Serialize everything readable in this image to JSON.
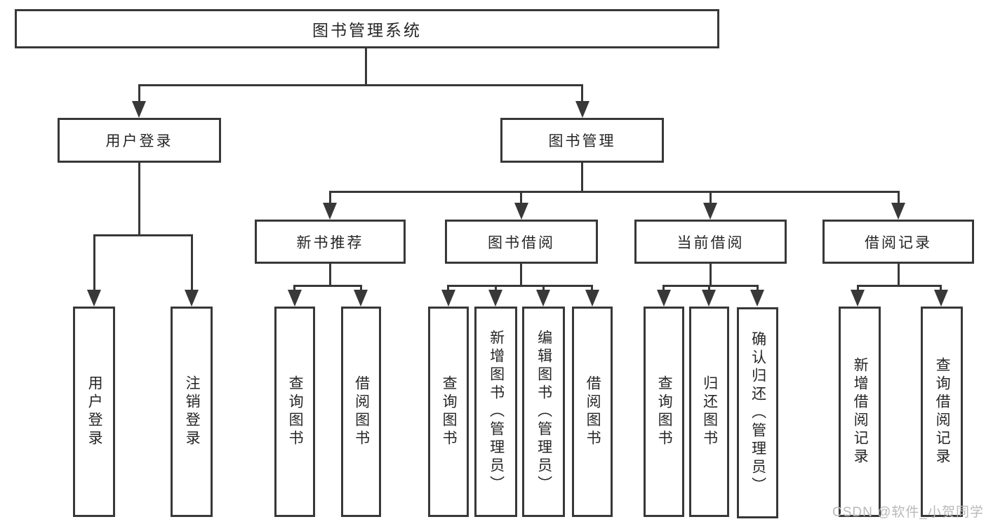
{
  "colors": {
    "line": "#383838",
    "text": "#262626",
    "watermark": "#b9b9b9",
    "background": "#ffffff"
  },
  "watermark": "CSDN @软件_小贺同学",
  "tree": {
    "label": "图书管理系统",
    "children": [
      {
        "label": "用户登录",
        "children": [
          {
            "label": "用户登录"
          },
          {
            "label": "注销登录"
          }
        ]
      },
      {
        "label": "图书管理",
        "children": [
          {
            "label": "新书推荐",
            "children": [
              {
                "label": "查询图书"
              },
              {
                "label": "借阅图书"
              }
            ]
          },
          {
            "label": "图书借阅",
            "children": [
              {
                "label": "查询图书"
              },
              {
                "label": "新增图书（管理员）"
              },
              {
                "label": "编辑图书（管理员）"
              },
              {
                "label": "借阅图书"
              }
            ]
          },
          {
            "label": "当前借阅",
            "children": [
              {
                "label": "查询图书"
              },
              {
                "label": "归还图书"
              },
              {
                "label": "确认归还（管理员）"
              }
            ]
          },
          {
            "label": "借阅记录",
            "children": [
              {
                "label": "新增借阅记录"
              },
              {
                "label": "查询借阅记录"
              }
            ]
          }
        ]
      }
    ]
  }
}
